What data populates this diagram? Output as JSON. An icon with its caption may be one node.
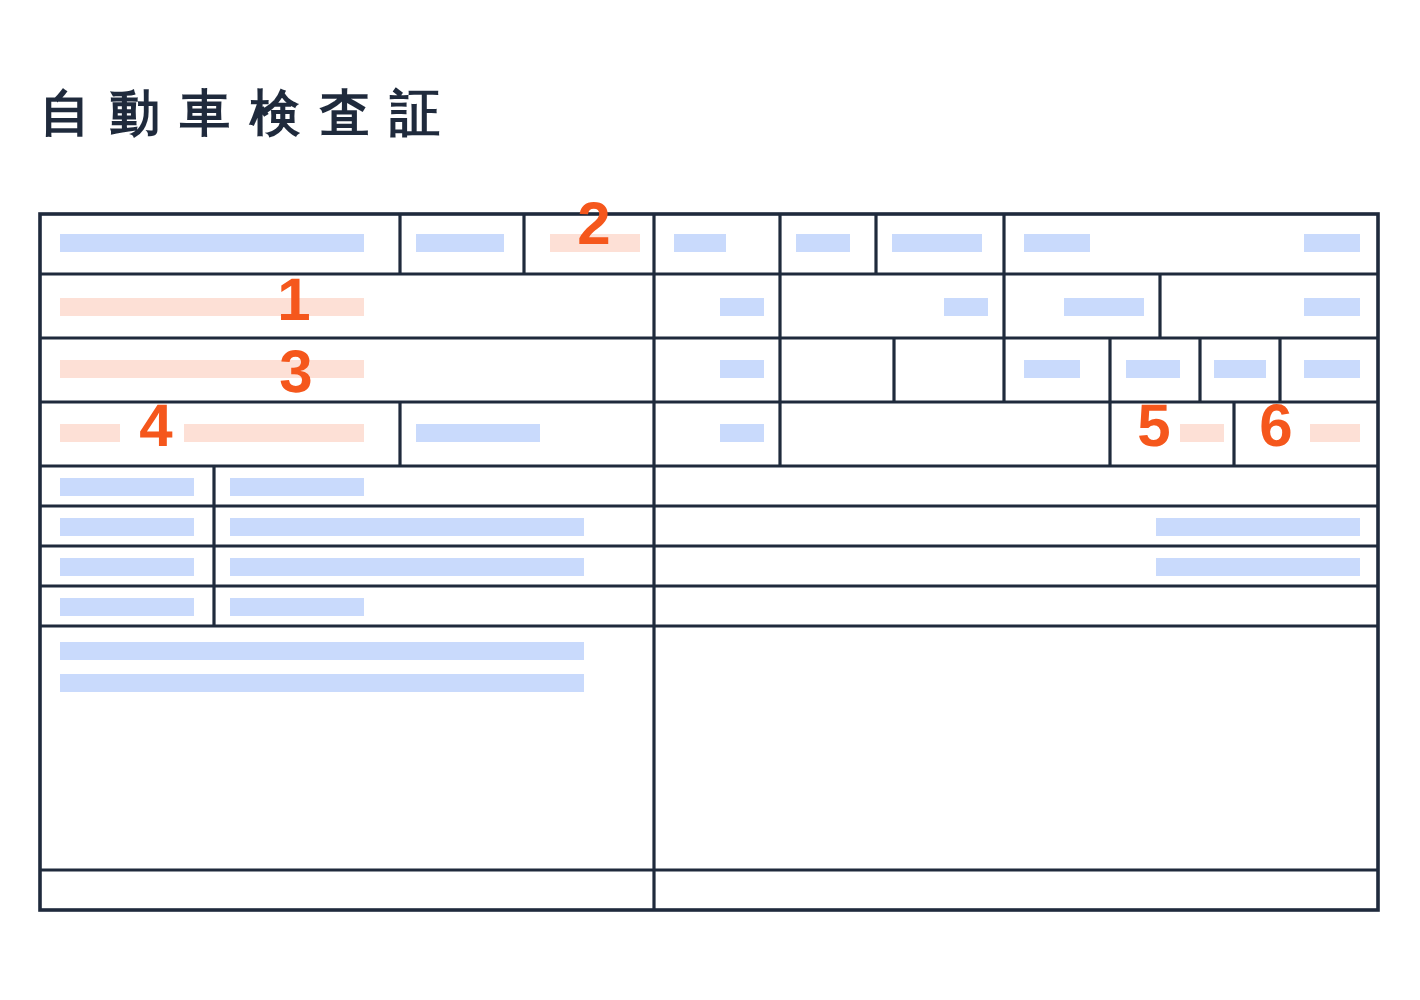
{
  "diagram": {
    "title": "自動車検査証",
    "labels": [
      "2",
      "1",
      "3",
      "4",
      "5",
      "6"
    ]
  }
}
